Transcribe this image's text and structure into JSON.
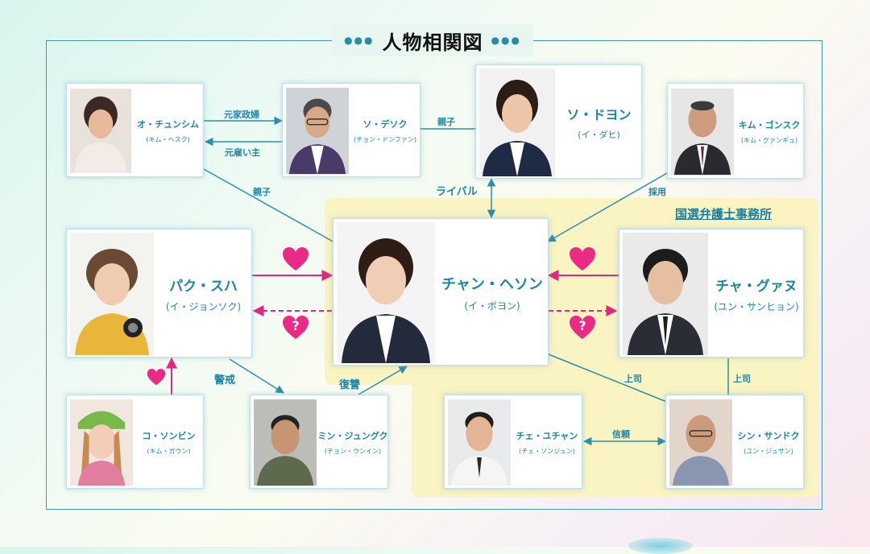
{
  "diagram": {
    "title": "人物相関図",
    "office_label": "国選弁護士事務所",
    "characters": {
      "oh_chunsim": {
        "name": "オ・チュンシム",
        "actor": "(キム・ヘスク)"
      },
      "so_dongseok": {
        "name": "ソ・デソク",
        "actor": "(チョン・ドンファン)"
      },
      "so_doyeon": {
        "name": "ソ・ドヨン",
        "actor": "(イ・ダヒ)"
      },
      "kim_gongsuk": {
        "name": "キム・ゴンスク",
        "actor": "(キム・グァンギュ)"
      },
      "park_suha": {
        "name": "パク・スハ",
        "actor": "(イ・ジョンソク)"
      },
      "jang_hyesong": {
        "name": "チャン・ヘソン",
        "actor": "(イ・ボヨン)"
      },
      "cha_gwanu": {
        "name": "チャ・グァヌ",
        "actor": "(ユン・サンヒョン)"
      },
      "go_sungbin": {
        "name": "コ・ソンビン",
        "actor": "(キム・ガウン)"
      },
      "min_joongguk": {
        "name": "ミン・ジュングク",
        "actor": "(チョン・ウンイン)"
      },
      "choi_yuchan": {
        "name": "チェ・ユチャン",
        "actor": "(チェ・ソンジュン)"
      },
      "shin_sandeuk": {
        "name": "シン・サンドク",
        "actor": "(ユン・ジュサン)"
      }
    },
    "relations": {
      "ex_couple": "元家政婦",
      "ex_employer": "元雇い主",
      "parent_child_1": "親子",
      "parent_child_2": "親子",
      "rival": "ライバル",
      "hired": "採用",
      "caution": "警戒",
      "revenge": "復讐",
      "boss_1": "上司",
      "boss_2": "上司",
      "trust": "信頼",
      "love_symbol": "♥",
      "question_symbol": "?"
    },
    "colors": {
      "accent": "#1b86a8",
      "love": "#e0287f",
      "frame": "#3f9ab2",
      "office": "#faf3c2"
    }
  }
}
